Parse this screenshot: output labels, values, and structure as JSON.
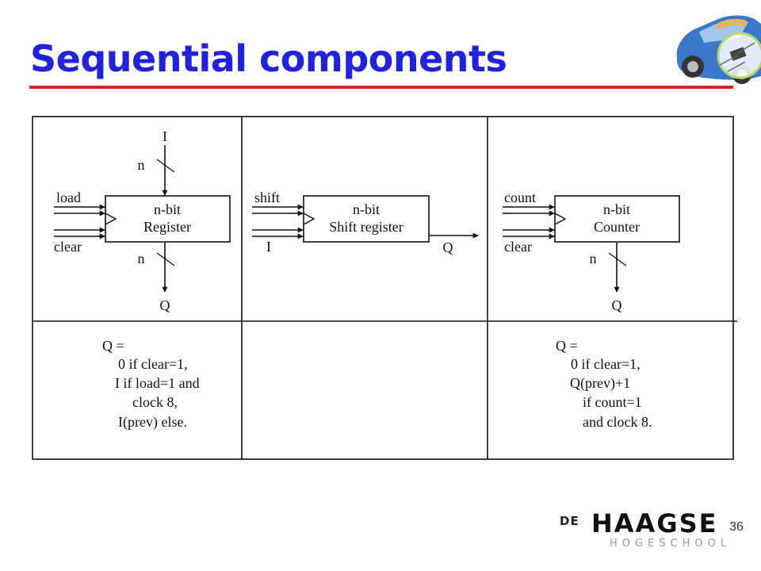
{
  "slide": {
    "title": "Sequential components",
    "page_number": "36"
  },
  "diagram": {
    "register": {
      "top_input": "I",
      "top_bus_width": "n",
      "inputs": [
        "load",
        "clear"
      ],
      "block_lines": [
        "n-bit",
        "Register"
      ],
      "bottom_bus_width": "n",
      "output": "Q",
      "formula": [
        "Q =",
        "0 if clear=1,",
        "I if load=1 and",
        "clock 8,",
        "I(prev) else."
      ]
    },
    "shift_register": {
      "inputs": [
        "shift",
        "I"
      ],
      "block_lines": [
        "n-bit",
        "Shift register"
      ],
      "output": "Q"
    },
    "counter": {
      "inputs": [
        "count",
        "clear"
      ],
      "block_lines": [
        "n-bit",
        "Counter"
      ],
      "bottom_bus_width": "n",
      "output": "Q",
      "formula": [
        "Q =",
        "0 if clear=1,",
        "Q(prev)+1",
        "if count=1",
        "and clock 8."
      ]
    }
  },
  "logo": {
    "prefix": "DE",
    "name": "HAAGSE",
    "subtitle": "HOGESCHOOL"
  },
  "colors": {
    "title": "#2121e0",
    "title_rule": "#e0201c"
  }
}
